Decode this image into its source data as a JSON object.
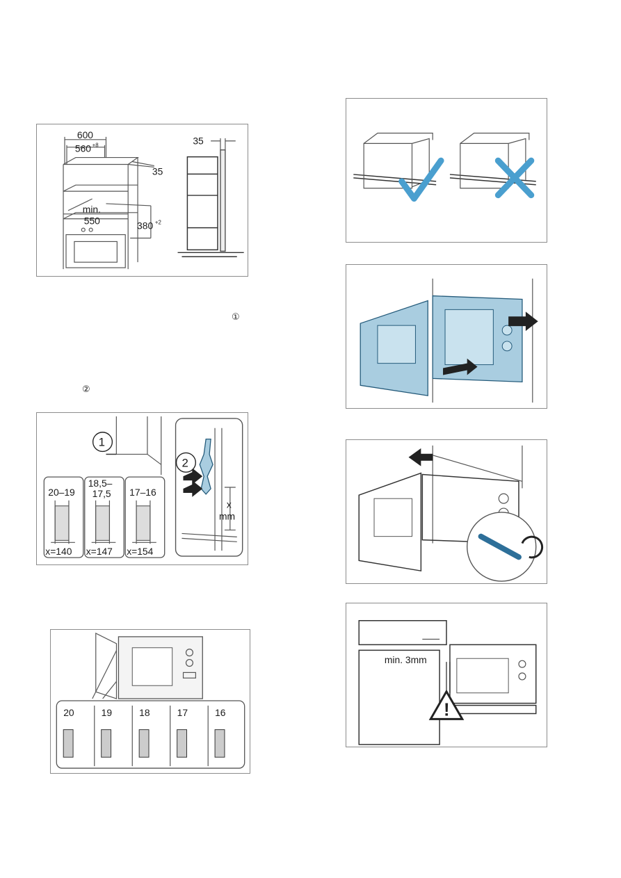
{
  "step_markers": {
    "one": "①",
    "two": "②"
  },
  "fig_niche": {
    "w600": "600",
    "w560": "560",
    "w560_tol": "+8",
    "d35": "35",
    "min": "min.",
    "d550": "550",
    "h380": "380",
    "h380_tol": "+2",
    "side35": "35"
  },
  "fig_shims": {
    "callout1": "1",
    "callout2": "2",
    "ranges": [
      "20–19",
      "18,5–\n17,5",
      "17–16"
    ],
    "range2_a": "18,5–",
    "range2_b": "17,5",
    "x_values": [
      "x=140",
      "x=147",
      "x=154"
    ],
    "x_label": "x",
    "mm_label": "mm"
  },
  "fig_hinges": {
    "widths": [
      "20",
      "19",
      "18",
      "17",
      "16"
    ]
  },
  "fig_gap": {
    "min_gap": "min. 3mm"
  },
  "colors": {
    "accent_blue": "#a9cde0",
    "check_blue": "#4a9fcf",
    "frame_gray": "#8c8c8c"
  },
  "icons": [
    "check-icon",
    "cross-icon",
    "warning-icon",
    "arrow-icon",
    "rotate-icon"
  ]
}
